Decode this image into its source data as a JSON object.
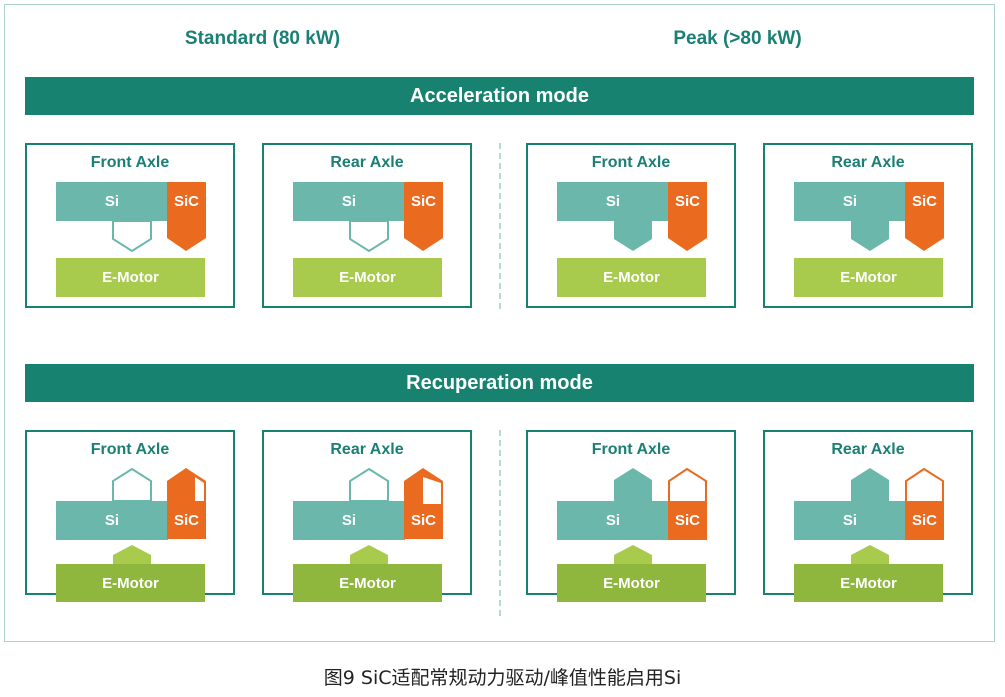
{
  "headers": {
    "standard": "Standard (80 kW)",
    "peak": "Peak (>80 kW)"
  },
  "modes": {
    "acceleration": "Acceleration mode",
    "recuperation": "Recuperation mode"
  },
  "panel_labels": {
    "front_axle": "Front Axle",
    "rear_axle": "Rear Axle",
    "si": "Si",
    "sic": "SiC",
    "e_motor": "E-Motor"
  },
  "caption": "图9  SiC适配常规动力驱动/峰值性能启用Si",
  "colors": {
    "teal_band": "#17826f",
    "si": "#6bb7ac",
    "sic": "#ea6b1f",
    "motor_acceleration": "#a8cb4d",
    "motor_recuperation": "#8fb73e",
    "frame": "#a9d2cc"
  }
}
